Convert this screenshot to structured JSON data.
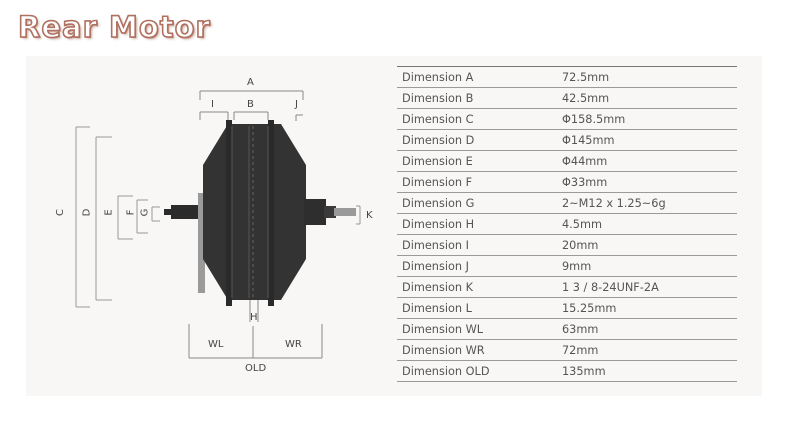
{
  "title": "Rear Motor",
  "diagram": {
    "labels": {
      "A": "A",
      "B": "B",
      "C": "C",
      "D": "D",
      "E": "E",
      "F": "F",
      "G": "G",
      "H": "H",
      "I": "I",
      "J": "J",
      "K": "K",
      "WL": "WL",
      "WR": "WR",
      "OLD": "OLD"
    }
  },
  "specs": [
    {
      "label": "Dimension A",
      "value": "72.5mm"
    },
    {
      "label": "Dimension B",
      "value": "42.5mm"
    },
    {
      "label": "Dimension C",
      "value": "Φ158.5mm"
    },
    {
      "label": "Dimension D",
      "value": "Φ145mm"
    },
    {
      "label": "Dimension E",
      "value": "Φ44mm"
    },
    {
      "label": "Dimension F",
      "value": "Φ33mm"
    },
    {
      "label": "Dimension G",
      "value": "2~M12 x 1.25~6g"
    },
    {
      "label": "Dimension H",
      "value": "4.5mm"
    },
    {
      "label": "Dimension I",
      "value": "20mm"
    },
    {
      "label": "Dimension J",
      "value": "9mm"
    },
    {
      "label": "Dimension K",
      "value": "1 3 / 8-24UNF-2A"
    },
    {
      "label": "Dimension L",
      "value": "15.25mm"
    },
    {
      "label": "Dimension WL",
      "value": "63mm"
    },
    {
      "label": "Dimension WR",
      "value": "72mm"
    },
    {
      "label": "Dimension OLD",
      "value": "135mm"
    }
  ]
}
